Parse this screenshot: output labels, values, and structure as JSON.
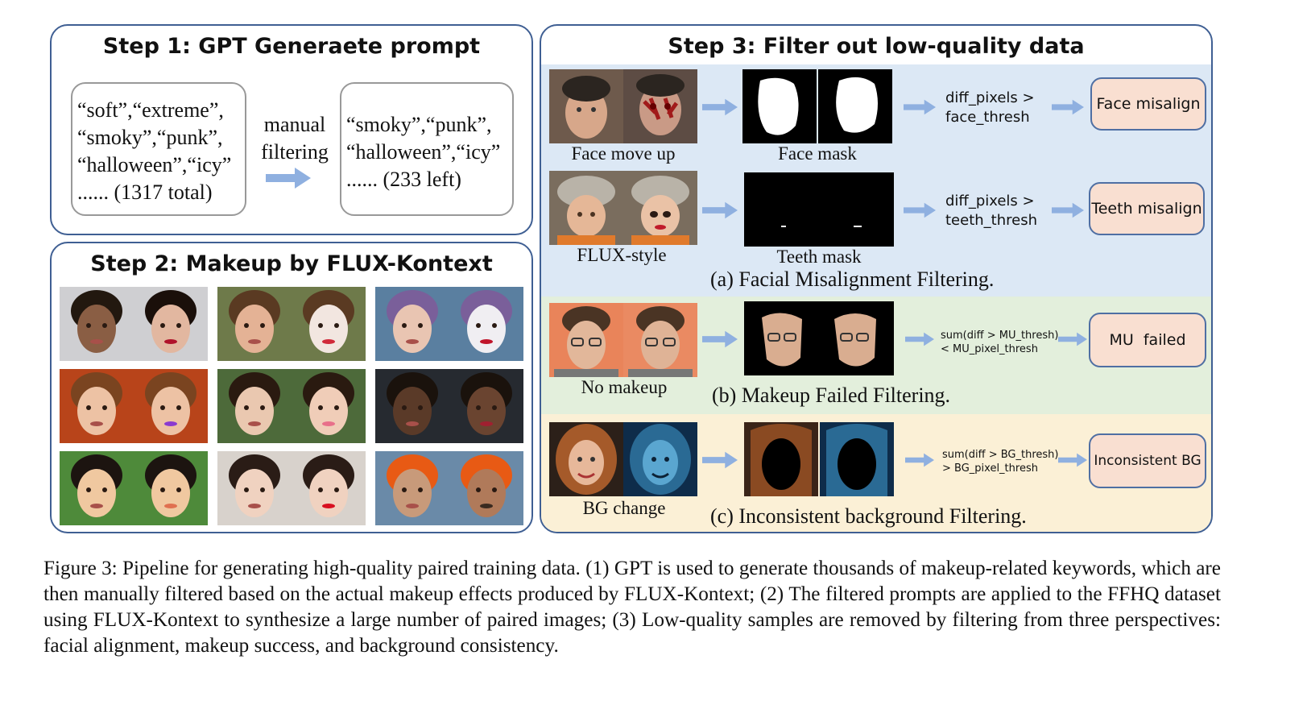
{
  "step1": {
    "title": "Step 1: GPT Generaete prompt",
    "all_keywords": "“soft”,“extreme”,\n“smoky”,“punk”,\n“halloween”,“icy”\n...... (1317 total)",
    "process_label": "manual\nfiltering",
    "filtered_keywords": "“smoky”,“punk”,\n“halloween”,“icy”\n...... (233 left)"
  },
  "step2": {
    "title": "Step 2: Makeup by FLUX-Kontext"
  },
  "step3": {
    "title": "Step 3: Filter out low-quality data",
    "a": {
      "caption": "(a) Facial Misalignment Filtering.",
      "row1": {
        "input_label": "Face move up",
        "mask_label": "Face mask",
        "condition": "diff_pixels >\nface_thresh",
        "result": "Face misalign"
      },
      "row2": {
        "input_label": "FLUX-style",
        "mask_label": "Teeth mask",
        "condition": "diff_pixels >\nteeth_thresh",
        "result": "Teeth misalign"
      }
    },
    "b": {
      "caption": "(b) Makeup Failed Filtering.",
      "input_label": "No makeup",
      "condition": "sum(diff > MU_thresh)\n< MU_pixel_thresh",
      "result": "MU  failed"
    },
    "c": {
      "caption": "(c) Inconsistent background Filtering.",
      "input_label": "BG change",
      "condition": "sum(diff > BG_thresh)\n> BG_pixel_thresh",
      "result": "Inconsistent BG"
    }
  },
  "figure_caption": "Figure 3: Pipeline for generating high-quality paired training data. (1) GPT is used to generate thousands of makeup-related keywords, which are then manually filtered based on the actual makeup effects produced by FLUX-Kontext; (2) The filtered prompts are applied to the FFHQ dataset using FLUX-Kontext to synthesize a large number of paired images; (3) Low-quality samples are removed by filtering from three perspectives: facial alignment, makeup success, and background consistency.",
  "colors": {
    "panel_border": "#3f5f93",
    "arrow": "#8fb0e0",
    "band_a": "#dce8f5",
    "band_b": "#e3efdc",
    "band_c": "#fbf0d6",
    "result_fill": "#f9dfd1"
  }
}
